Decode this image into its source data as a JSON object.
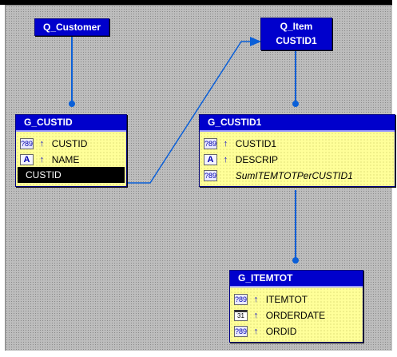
{
  "queries": {
    "q_customer": {
      "title": "Q_Customer"
    },
    "q_item": {
      "title": "Q_Item",
      "link_column": "CUSTID1"
    }
  },
  "groups": {
    "g_custid": {
      "title": "G_CUSTID",
      "columns": [
        {
          "type_icon": "?89",
          "sort_icon": "↑",
          "label": "CUSTID"
        },
        {
          "type_icon": "A",
          "sort_icon": "↑",
          "label": "NAME"
        },
        {
          "label": "CUSTID",
          "selected": true
        }
      ]
    },
    "g_custid1": {
      "title": "G_CUSTID1",
      "columns": [
        {
          "type_icon": "?89",
          "sort_icon": "↑",
          "label": "CUSTID1"
        },
        {
          "type_icon": "A",
          "sort_icon": "↑",
          "label": "DESCRIP"
        },
        {
          "type_icon": "?89",
          "label": "SumITEMTOTPerCUSTID1"
        }
      ]
    },
    "g_itemtot": {
      "title": "G_ITEMTOT",
      "columns": [
        {
          "type_icon": "?89",
          "sort_icon": "↑",
          "label": "ITEMTOT"
        },
        {
          "type_icon": "31",
          "sort_icon": "↑",
          "label": "ORDERDATE"
        },
        {
          "type_icon": "?89",
          "sort_icon": "↑",
          "label": "ORDID"
        }
      ]
    }
  },
  "colors": {
    "title_bar": "#0000cc",
    "group_body": "#ffff99",
    "link_line": "#0a5fd8",
    "canvas": "#bdbdbd"
  }
}
